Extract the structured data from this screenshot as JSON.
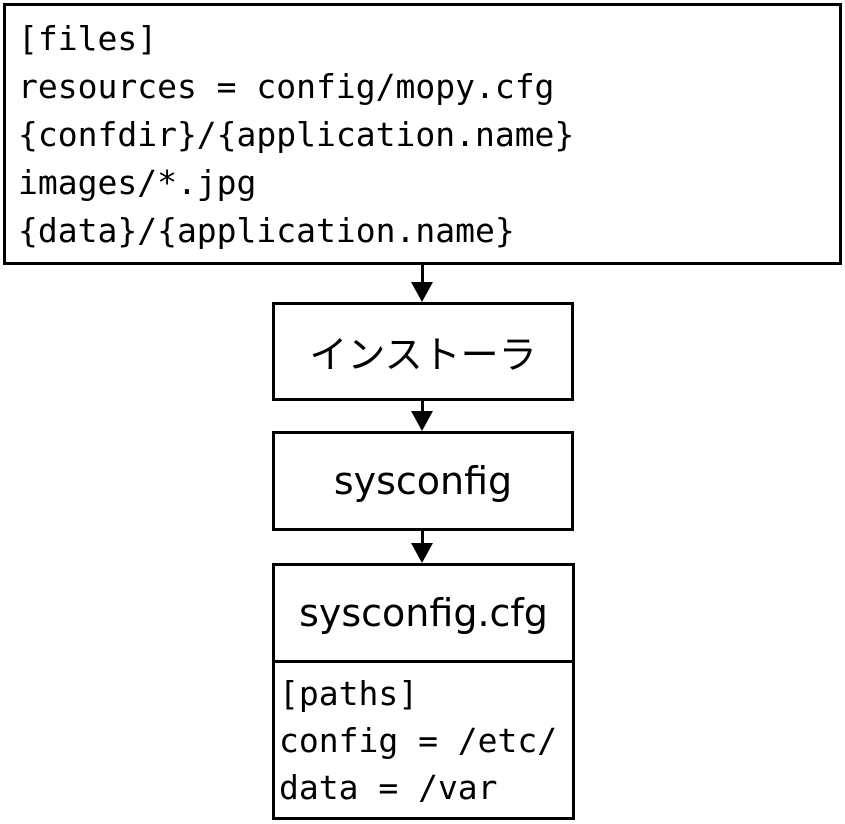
{
  "colors": {
    "border": "#000000",
    "text": "#000000",
    "background": "#ffffff"
  },
  "files_box": {
    "lines": [
      "[files]",
      "resources = config/mopy.cfg",
      "{confdir}/{application.name}",
      "images/*.jpg",
      "{data}/{application.name}"
    ]
  },
  "installer_box": {
    "label": "インストーラ"
  },
  "sysconfig_box": {
    "label": "sysconfig"
  },
  "sysconfig_cfg_box": {
    "title": "sysconfig.cfg",
    "lines": [
      "[paths]",
      "config = /etc/",
      "data = /var"
    ]
  }
}
